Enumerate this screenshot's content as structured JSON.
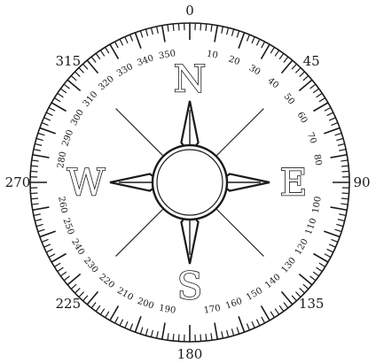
{
  "compass": {
    "cardinals": [
      {
        "label": "N",
        "bearing": 0
      },
      {
        "label": "E",
        "bearing": 90
      },
      {
        "label": "S",
        "bearing": 180
      },
      {
        "label": "W",
        "bearing": 270
      }
    ],
    "outer_bearings": [
      {
        "label": "0",
        "bearing": 0
      },
      {
        "label": "45",
        "bearing": 45
      },
      {
        "label": "90",
        "bearing": 90
      },
      {
        "label": "135",
        "bearing": 135
      },
      {
        "label": "180",
        "bearing": 180
      },
      {
        "label": "225",
        "bearing": 225
      },
      {
        "label": "270",
        "bearing": 270
      },
      {
        "label": "315",
        "bearing": 315
      }
    ],
    "inner_degree_labels": [
      {
        "label": "10",
        "bearing": 10
      },
      {
        "label": "20",
        "bearing": 20
      },
      {
        "label": "30",
        "bearing": 30
      },
      {
        "label": "40",
        "bearing": 40
      },
      {
        "label": "50",
        "bearing": 50
      },
      {
        "label": "60",
        "bearing": 60
      },
      {
        "label": "70",
        "bearing": 70
      },
      {
        "label": "80",
        "bearing": 80
      },
      {
        "label": "100",
        "bearing": 100
      },
      {
        "label": "110",
        "bearing": 110
      },
      {
        "label": "120",
        "bearing": 120
      },
      {
        "label": "130",
        "bearing": 130
      },
      {
        "label": "140",
        "bearing": 140
      },
      {
        "label": "150",
        "bearing": 150
      },
      {
        "label": "160",
        "bearing": 160
      },
      {
        "label": "170",
        "bearing": 170
      },
      {
        "label": "190",
        "bearing": 190
      },
      {
        "label": "200",
        "bearing": 200
      },
      {
        "label": "210",
        "bearing": 210
      },
      {
        "label": "220",
        "bearing": 220
      },
      {
        "label": "230",
        "bearing": 230
      },
      {
        "label": "240",
        "bearing": 240
      },
      {
        "label": "250",
        "bearing": 250
      },
      {
        "label": "260",
        "bearing": 260
      },
      {
        "label": "280",
        "bearing": 280
      },
      {
        "label": "290",
        "bearing": 290
      },
      {
        "label": "300",
        "bearing": 300
      },
      {
        "label": "310",
        "bearing": 310
      },
      {
        "label": "320",
        "bearing": 320
      },
      {
        "label": "330",
        "bearing": 330
      },
      {
        "label": "340",
        "bearing": 340
      },
      {
        "label": "350",
        "bearing": 350
      }
    ],
    "tick_interval_degrees": 2,
    "colors": {
      "ink": "#1a1a1a",
      "background": "#ffffff"
    }
  }
}
